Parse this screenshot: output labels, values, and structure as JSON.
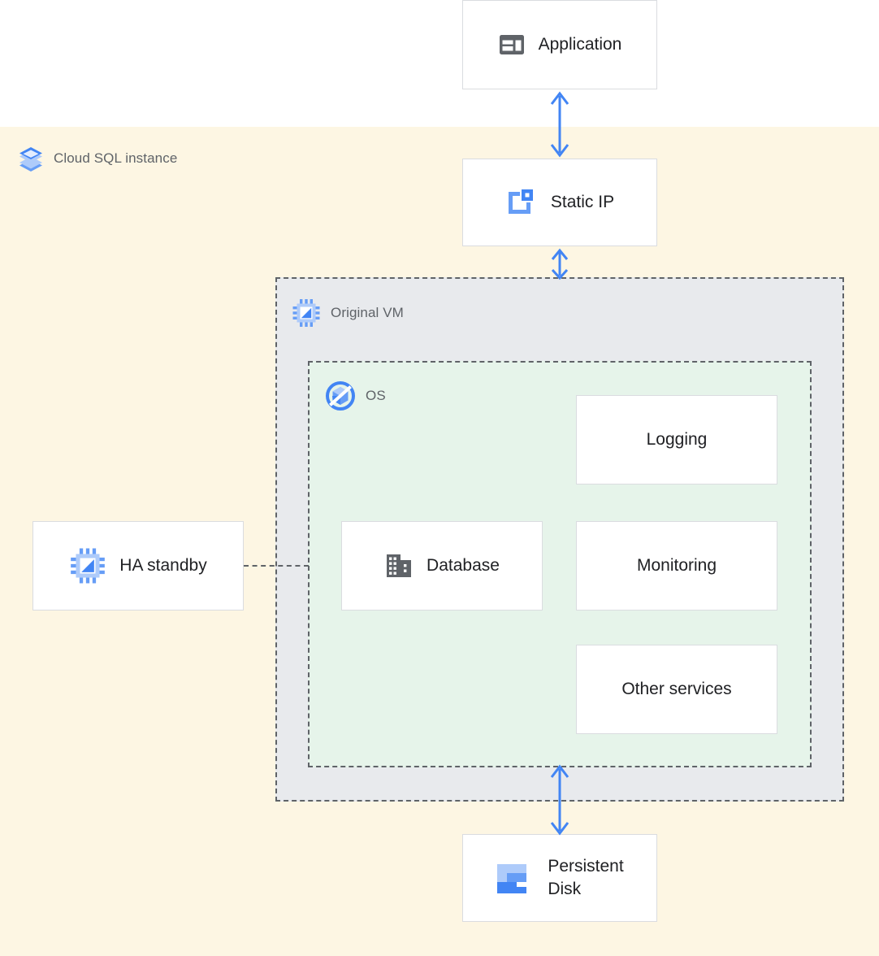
{
  "diagram": {
    "type": "architecture-diagram",
    "title": "Cloud SQL instance topology",
    "colors": {
      "cloudsql_region_fill": "#fdf6e3",
      "vm_region_fill": "#e8eaed",
      "os_region_fill": "#e6f4ea",
      "node_fill": "#ffffff",
      "node_border": "#dadce0",
      "region_border": "#5f6368",
      "arrow": "#4285f4",
      "icon_blue": "#4285f4",
      "icon_blue_light": "#a8c7fa",
      "icon_gray": "#5f6368",
      "label_text": "#5f6368",
      "node_text": "#202124"
    }
  },
  "regions": {
    "cloudsql": {
      "label": "Cloud SQL instance",
      "icon": "cloud-sql-icon"
    },
    "vm": {
      "label": "Original VM",
      "icon": "vm-chip-icon"
    },
    "os": {
      "label": "OS",
      "icon": "os-icon"
    }
  },
  "nodes": {
    "application": {
      "label": "Application",
      "icon": "application-window-icon"
    },
    "static_ip": {
      "label": "Static IP",
      "icon": "static-ip-icon"
    },
    "ha_standby": {
      "label": "HA standby",
      "icon": "vm-chip-icon"
    },
    "database": {
      "label": "Database",
      "icon": "database-building-icon"
    },
    "logging": {
      "label": "Logging",
      "icon": null
    },
    "monitoring": {
      "label": "Monitoring",
      "icon": null
    },
    "other_services": {
      "label": "Other services",
      "icon": null
    },
    "persistent_disk": {
      "label": "Persistent\nDisk",
      "icon": "persistent-disk-icon"
    }
  },
  "connectors": [
    {
      "name": "application-to-static-ip",
      "style": "double-arrow",
      "direction": "vertical"
    },
    {
      "name": "static-ip-to-vm",
      "style": "double-arrow",
      "direction": "vertical"
    },
    {
      "name": "ha-standby-to-os",
      "style": "dashed-line",
      "direction": "horizontal"
    },
    {
      "name": "os-to-persistent-disk",
      "style": "double-arrow",
      "direction": "vertical"
    }
  ]
}
